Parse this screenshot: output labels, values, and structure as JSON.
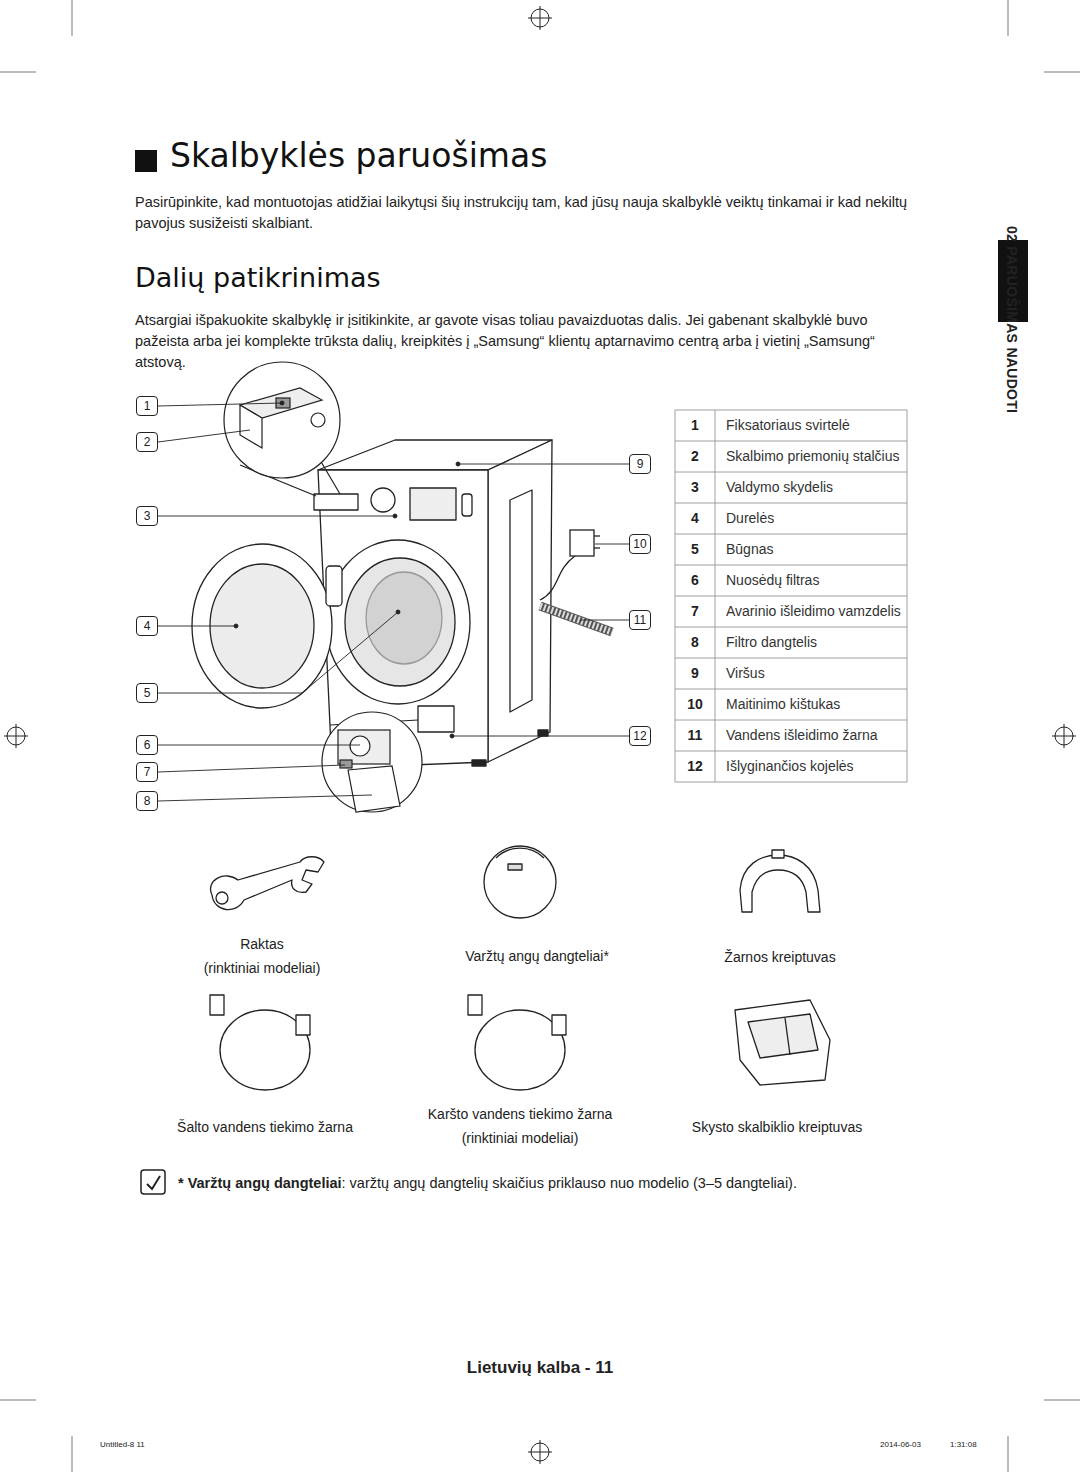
{
  "diagram": {
    "title": "Skalbyklės paruošimas",
    "labels": [
      "Pasirūpinkite, kad montuotojas atidžiai laikytųsi šių instrukcijų tam, kad jūsų nauja skalbyklė veiktų tinkamai ir kad nekiltų pavojus susižeisti skalbiant.",
      "Dalių patikrinimas",
      "Atsargiai išpakuokite skalbyklę ir įsitikinkite, ar gavote visas toliau pavaizduotas dalis. Jei gabenant skalbyklė buvo pažeista arba jei komplekte trūksta dalių, kreipkitės į „Samsung“ klientų aptarnavimo centrą arba į vietinį „Samsung“ atstovą.",
      "02 PARUOŠIMAS NAUDOTI",
      "1",
      "2",
      "3",
      "4",
      "5",
      "6",
      "7",
      "8",
      "9",
      "10",
      "11",
      "12",
      "1",
      "Fiksatoriaus svirtelė",
      "2",
      "Skalbimo priemonių stalčius",
      "3",
      "Valdymo skydelis",
      "4",
      "Durelės",
      "5",
      "Būgnas",
      "6",
      "Nuosėdų filtras",
      "7",
      "Avarinio išleidimo vamzdelis",
      "8",
      "Filtro dangtelis",
      "9",
      "Viršus",
      "10",
      "Maitinimo kištukas",
      "11",
      "Vandens išleidimo žarna",
      "12",
      "Išlyginančios kojelės",
      "Raktas",
      "(rinktiniai modeliai)",
      "Varžtų angų dangteliai*",
      "Žarnos kreiptuvas",
      "Šalto vandens tiekimo žarna",
      "Karšto vandens tiekimo žarna",
      "(rinktiniai modeliai)",
      "Skysto skalbiklio kreiptuvas",
      "* Varžtų angų dangteliai",
      ": varžtų angų dangtelių skaičius priklauso nuo modelio (3–5 dangteliai).",
      "Lietuvių kalba - 11",
      "Untitled-8 11",
      "2014-06-03",
      "1:31:08"
    ]
  }
}
